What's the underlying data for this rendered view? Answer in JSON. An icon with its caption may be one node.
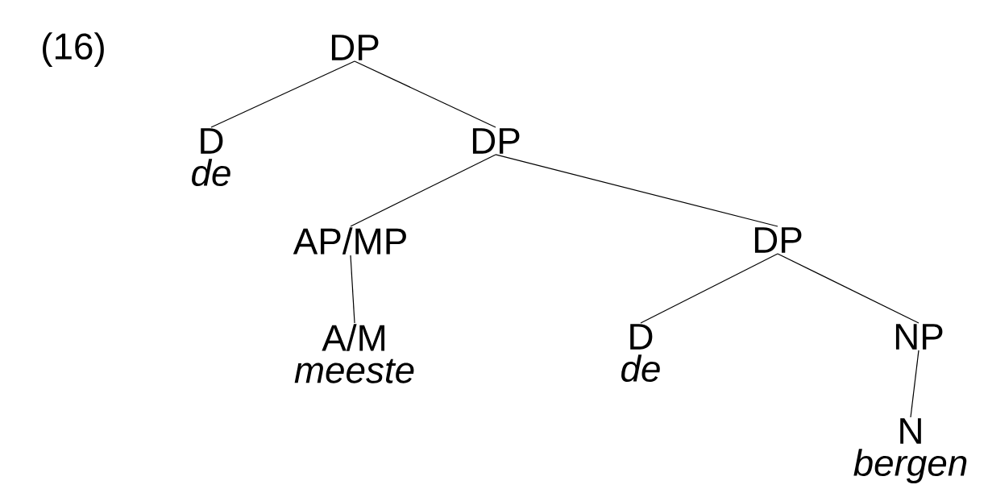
{
  "diagram": {
    "nodes": [
      {
        "text": [
          "DP"
        ]
      },
      {
        "text": [
          "D",
          "de"
        ]
      },
      {
        "text": [
          "DP"
        ]
      },
      {
        "text": [
          "AP/MP"
        ]
      },
      {
        "text": [
          "A/M",
          "meeste"
        ]
      },
      {
        "text": [
          "DP"
        ]
      },
      {
        "text": [
          "D",
          "de"
        ]
      },
      {
        "text": [
          "NP"
        ]
      },
      {
        "text": [
          "N",
          "bergen"
        ]
      }
    ],
    "edges": [
      {
        "from": 0,
        "to": 1,
        "arrow": "none"
      },
      {
        "from": 0,
        "to": 2,
        "arrow": "none"
      },
      {
        "from": 2,
        "to": 3,
        "arrow": "none"
      },
      {
        "from": 2,
        "to": 5,
        "arrow": "none"
      },
      {
        "from": 3,
        "to": 4,
        "arrow": "none"
      },
      {
        "from": 5,
        "to": 6,
        "arrow": "none"
      },
      {
        "from": 5,
        "to": 7,
        "arrow": "none"
      },
      {
        "from": 7,
        "to": 8,
        "arrow": "none"
      }
    ],
    "labels": [
      "(16)"
    ]
  }
}
